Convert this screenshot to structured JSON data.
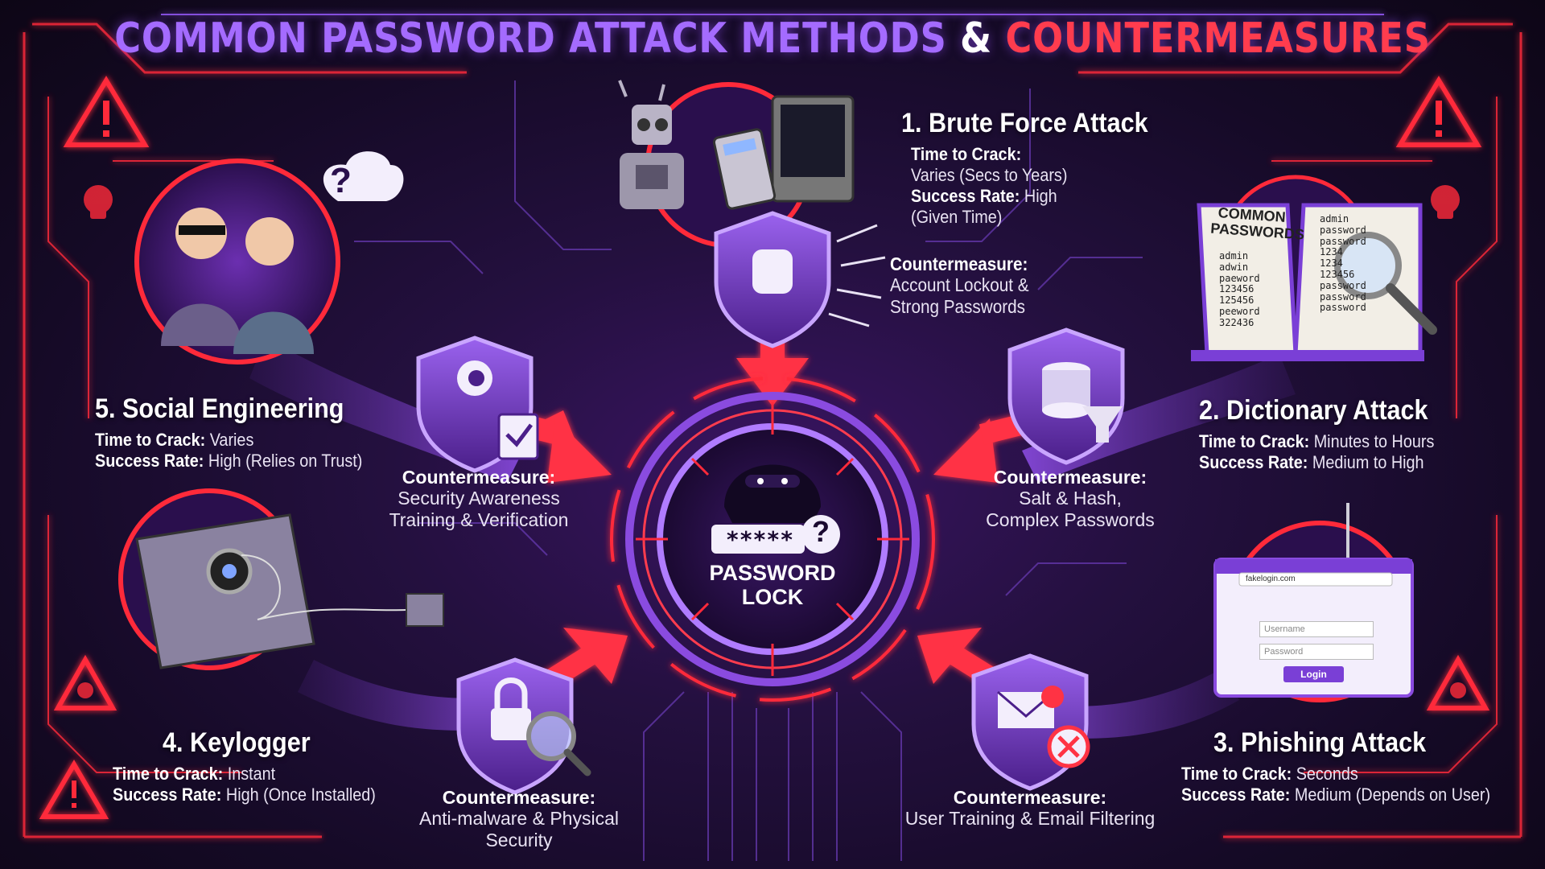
{
  "title": {
    "part1": "COMMON PASSWORD ATTACK METHODS",
    "amp": "&",
    "part2": "COUNTERMEASURES"
  },
  "center": {
    "line1": "PASSWORD",
    "line2": "LOCK",
    "masked": "*****",
    "mark": "?"
  },
  "time_label": "Time to Crack:",
  "rate_label": "Success Rate:",
  "cm_label": "Countermeasure:",
  "attacks": {
    "brute": {
      "title": "1. Brute Force Attack",
      "time": "Varies (Secs to Years)",
      "rate": "High",
      "rate_extra": "(Given Time)",
      "cm1": "Account Lockout &",
      "cm2": "Strong Passwords"
    },
    "dictionary": {
      "title": "2. Dictionary Attack",
      "time": "Minutes to Hours",
      "rate": "Medium to High",
      "cm1": "Salt & Hash,",
      "cm2": "Complex Passwords",
      "book_title1": "COMMON",
      "book_title2": "PASSWORDS",
      "book_words": [
        "admin",
        "adwin",
        "paeword",
        "123456",
        "125456",
        "peeword",
        "322436"
      ],
      "book_words_right": [
        "admin",
        "password",
        "password",
        "1234",
        "1234",
        "123456",
        "password",
        "password",
        "password"
      ]
    },
    "phishing": {
      "title": "3. Phishing Attack",
      "time": "Seconds",
      "rate": "Medium (Depends on User)",
      "cm1": "User Training & Email Filtering",
      "url": "fakelogin.com",
      "username_ph": "Username",
      "password_ph": "Password",
      "login": "Login"
    },
    "keylogger": {
      "title": "4. Keylogger",
      "time": "Instant",
      "rate": "High (Once Installed)",
      "cm1": "Anti-malware & Physical",
      "cm2": "Security"
    },
    "social": {
      "title": "5. Social Engineering",
      "time": "Varies",
      "rate": "High (Relies on Trust)",
      "cm1": "Security Awareness",
      "cm2": "Training & Verification",
      "bubble": "?"
    }
  },
  "colors": {
    "accent_purple": "#a46bff",
    "accent_red": "#ff3c4e",
    "bg_dark": "#150a26",
    "shield": "#7a3fd6"
  },
  "icons": [
    "warning-icon",
    "skull-icon",
    "robot-icon",
    "calculator-icon",
    "fist-shield-icon",
    "book-icon",
    "magnifier-icon",
    "database-shield-icon",
    "envelope-shield-icon",
    "lock-shield-icon",
    "person-shield-icon",
    "hacker-icon",
    "fishhook-icon",
    "webcam-icon"
  ]
}
